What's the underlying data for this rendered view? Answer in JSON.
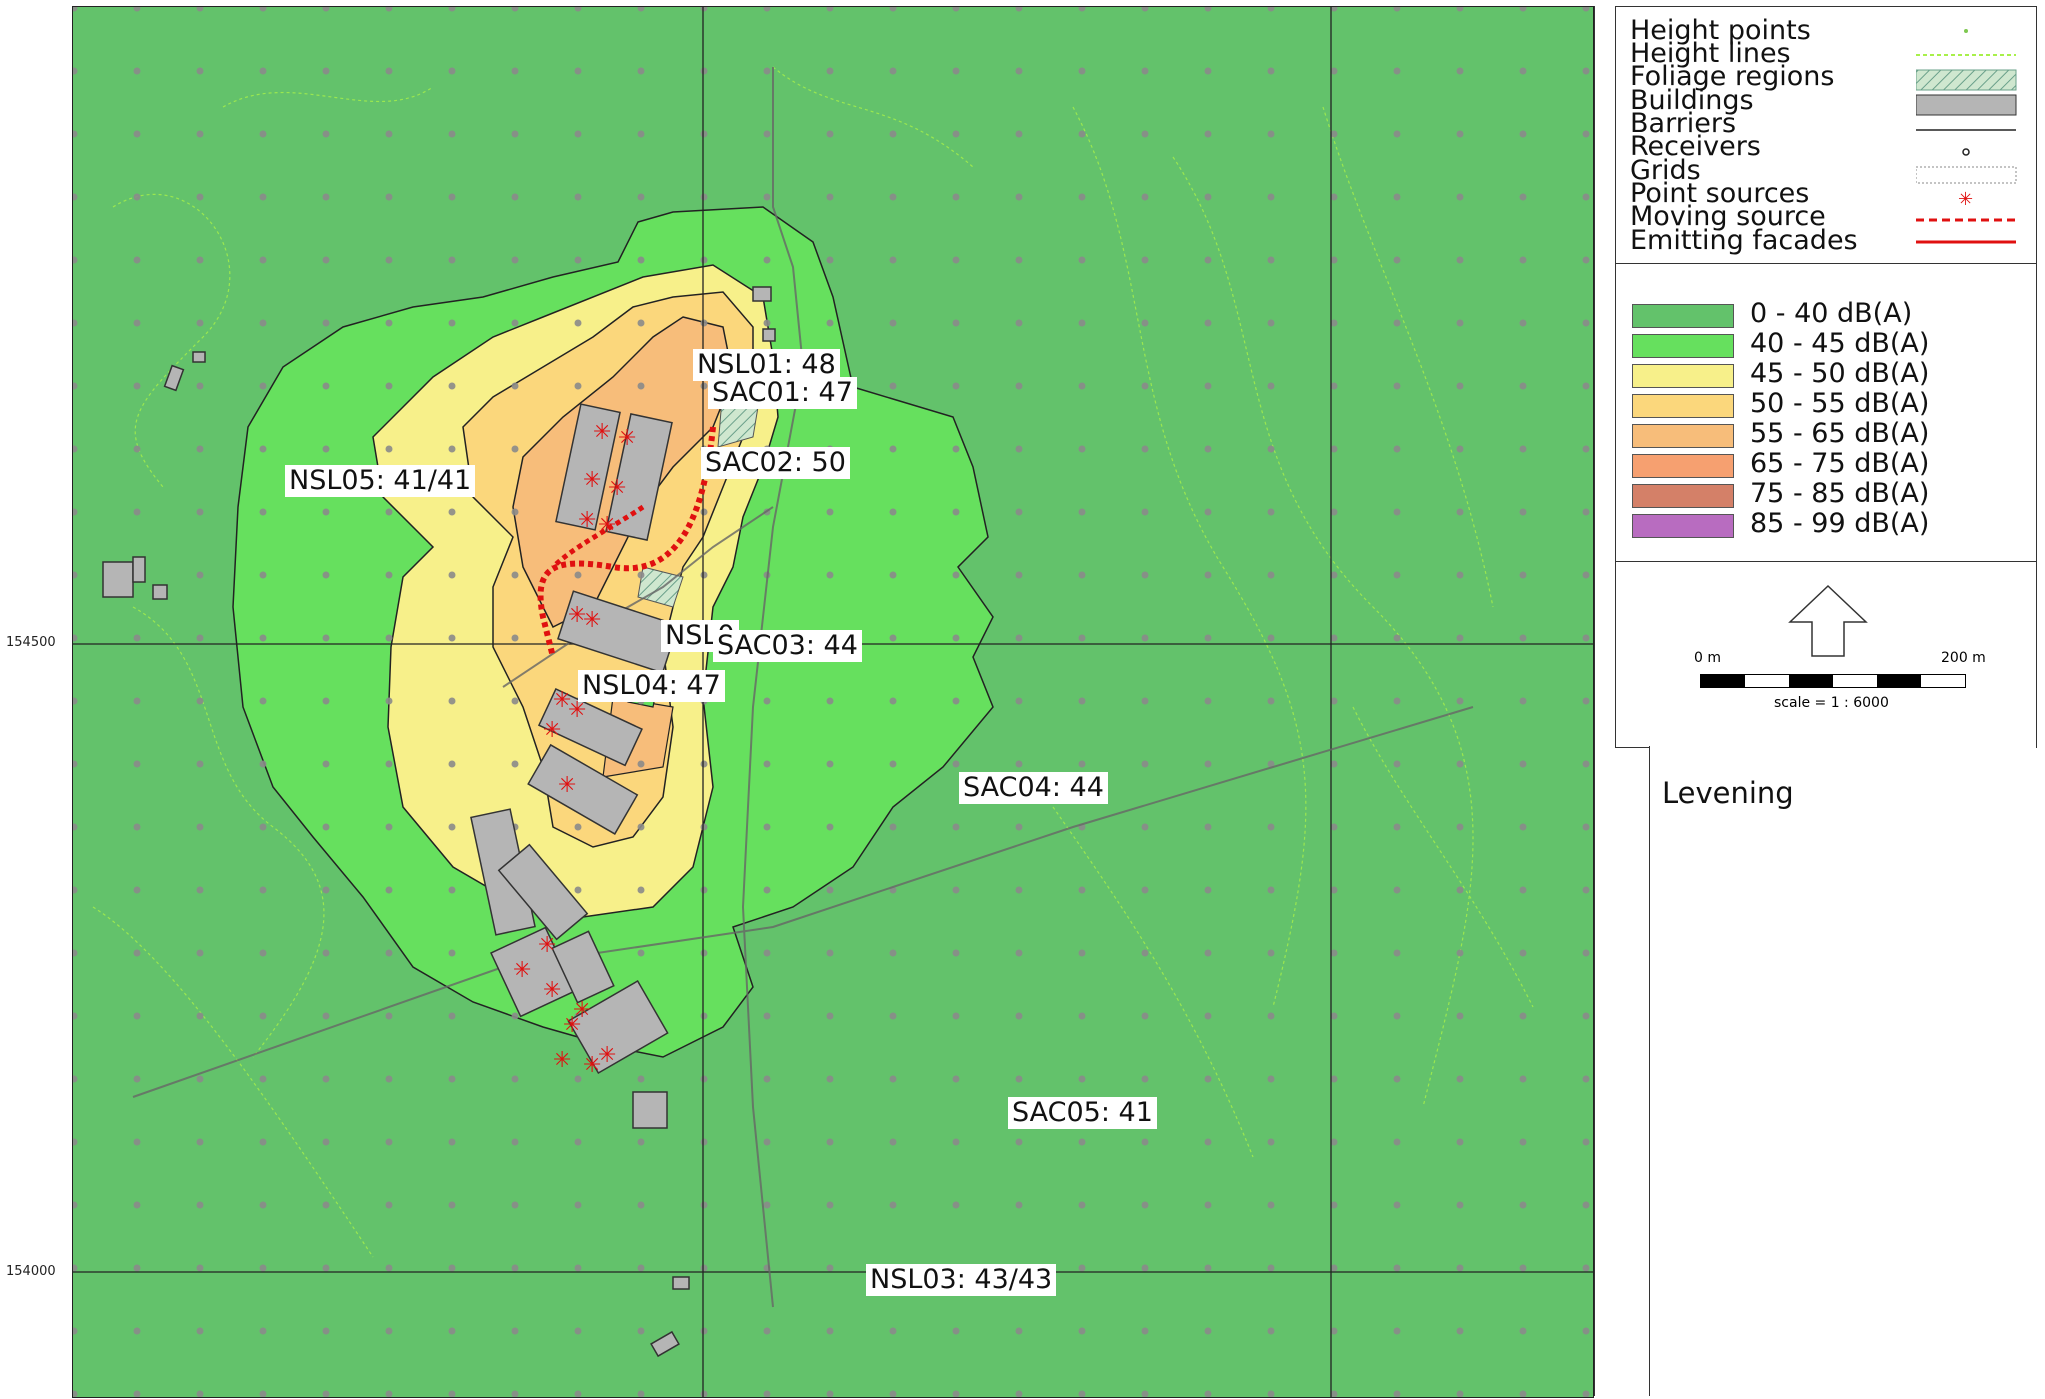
{
  "map": {
    "coord_labels": [
      "154500",
      "154000"
    ],
    "receivers": [
      {
        "id": "nsl01",
        "text": "NSL01: 48"
      },
      {
        "id": "sac01",
        "text": "SAC01: 47"
      },
      {
        "id": "sac02",
        "text": "SAC02: 50"
      },
      {
        "id": "nsl05",
        "text": "NSL05: 41/41"
      },
      {
        "id": "nsl02",
        "text": "NSL0"
      },
      {
        "id": "sac03",
        "text": "SAC03: 44"
      },
      {
        "id": "nsl04",
        "text": "NSL04: 47"
      },
      {
        "id": "sac04",
        "text": "SAC04: 44"
      },
      {
        "id": "sac05",
        "text": "SAC05: 41"
      },
      {
        "id": "nsl03",
        "text": "NSL03: 43/43"
      }
    ],
    "zone_colors": {
      "z0": "#63c26b",
      "z1": "#66e05e",
      "z2": "#f7f08a",
      "z3": "#fbd77c",
      "z4": "#f7bd7a",
      "z5": "#f6a070",
      "z6": "#d48068",
      "z7": "#b86cc0"
    }
  },
  "legend": {
    "items": [
      {
        "label": "Height points",
        "symbol": "dot"
      },
      {
        "label": "Height lines",
        "symbol": "dotted-line"
      },
      {
        "label": "Foliage regions",
        "symbol": "hatched-box"
      },
      {
        "label": "Buildings",
        "symbol": "grey-box"
      },
      {
        "label": "Barriers",
        "symbol": "line"
      },
      {
        "label": "Receivers",
        "symbol": "receiver"
      },
      {
        "label": "Grids",
        "symbol": "dotted-box"
      },
      {
        "label": "Point sources",
        "symbol": "asterisk"
      },
      {
        "label": "Moving source",
        "symbol": "red-dashed"
      },
      {
        "label": "Emitting facades",
        "symbol": "red-line"
      }
    ],
    "classes": [
      {
        "label": "0 - 40 dB(A)",
        "color": "#63c26b"
      },
      {
        "label": "40 - 45 dB(A)",
        "color": "#66e05e"
      },
      {
        "label": "45 - 50 dB(A)",
        "color": "#f7f08a"
      },
      {
        "label": "50 - 55 dB(A)",
        "color": "#fbd77c"
      },
      {
        "label": "55 - 65 dB(A)",
        "color": "#f7bd7a"
      },
      {
        "label": "65 - 75 dB(A)",
        "color": "#f6a070"
      },
      {
        "label": "75 - 85 dB(A)",
        "color": "#d48068"
      },
      {
        "label": "85 - 99 dB(A)",
        "color": "#b86cc0"
      }
    ],
    "scale": {
      "start": "0 m",
      "end": "200 m",
      "text": "scale = 1 : 6000"
    }
  },
  "lower_panel": {
    "title": "Levening"
  }
}
